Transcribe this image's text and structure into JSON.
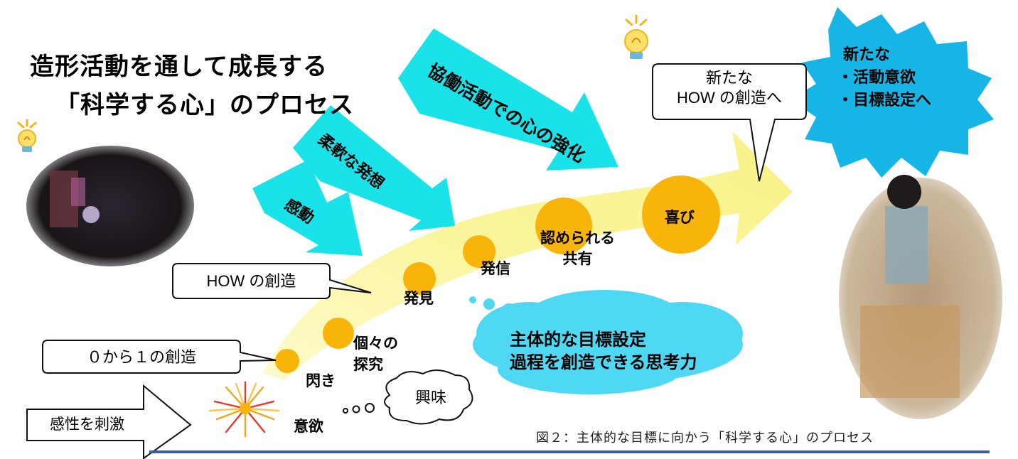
{
  "title": {
    "line1": "造形活動を通して成長する",
    "line2": "「科学する心」のプロセス"
  },
  "colors": {
    "cyan_arrow": "#19e3e8",
    "yellow_arrow": "#faf59a",
    "stage_circle": "#f9b40a",
    "cloud": "#4fd8f3",
    "star_burst": "#17b5e6",
    "bottom_line": "#3d5f9a"
  },
  "cyan_arrows": [
    {
      "label": "感動"
    },
    {
      "label": "柔軟な発想"
    },
    {
      "label": "協働活動での心の強化"
    }
  ],
  "callouts": {
    "zero_to_one": "０から１の創造",
    "how_create": "HOW の創造",
    "new_how_line1": "新たな",
    "new_how_line2": "HOW の創造へ",
    "kyomi": "興味"
  },
  "stages": {
    "hirameki": "閃き",
    "koko_line1": "個々の",
    "koko_line2": "探究",
    "hakken": "発見",
    "hasshin": "発信",
    "mitomerareru": "認められる",
    "kyoyu": "共有",
    "yorokobi": "喜び",
    "iyoku": "意欲"
  },
  "cloud": {
    "line1": "主体的な目標設定",
    "line2": "過程を創造できる思考力"
  },
  "star": {
    "line1": "新たな",
    "line2": "・活動意欲",
    "line3": "・目標設定へ"
  },
  "input_arrow": {
    "label": "感性を刺激"
  },
  "caption": "図２：主体的な目標に向かう「科学する心」のプロセス",
  "icons": [
    "lightbulb-icon",
    "firework-icon"
  ]
}
